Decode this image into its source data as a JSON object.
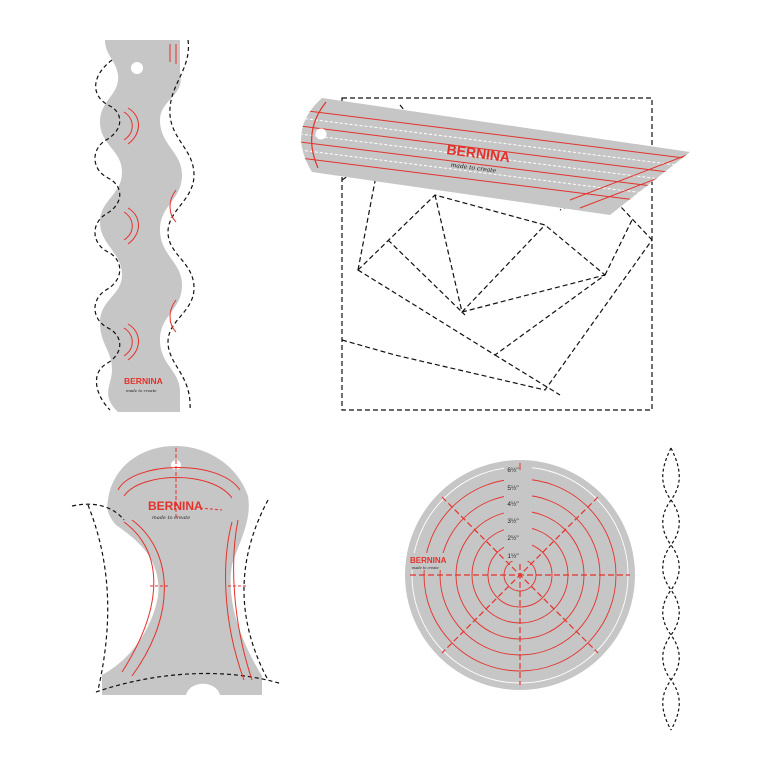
{
  "brand": {
    "name": "BERNINA",
    "tagline": "made to create",
    "accent_color": "#e4322b",
    "ruler_color": "#c6c6c6",
    "stitch_color": "#111111"
  },
  "rulers": [
    {
      "id": "wave-ruler",
      "icon": "wave-ruler-icon"
    },
    {
      "id": "straight-ruler",
      "icon": "straight-ruler-icon"
    },
    {
      "id": "clamshell-ruler",
      "icon": "clamshell-ruler-icon"
    },
    {
      "id": "circle-ruler",
      "icon": "circle-ruler-icon"
    }
  ],
  "circle_ruler": {
    "ring_labels": [
      "1½\"",
      "2½\"",
      "3½\"",
      "4½\"",
      "5½\"",
      "6½\""
    ]
  }
}
